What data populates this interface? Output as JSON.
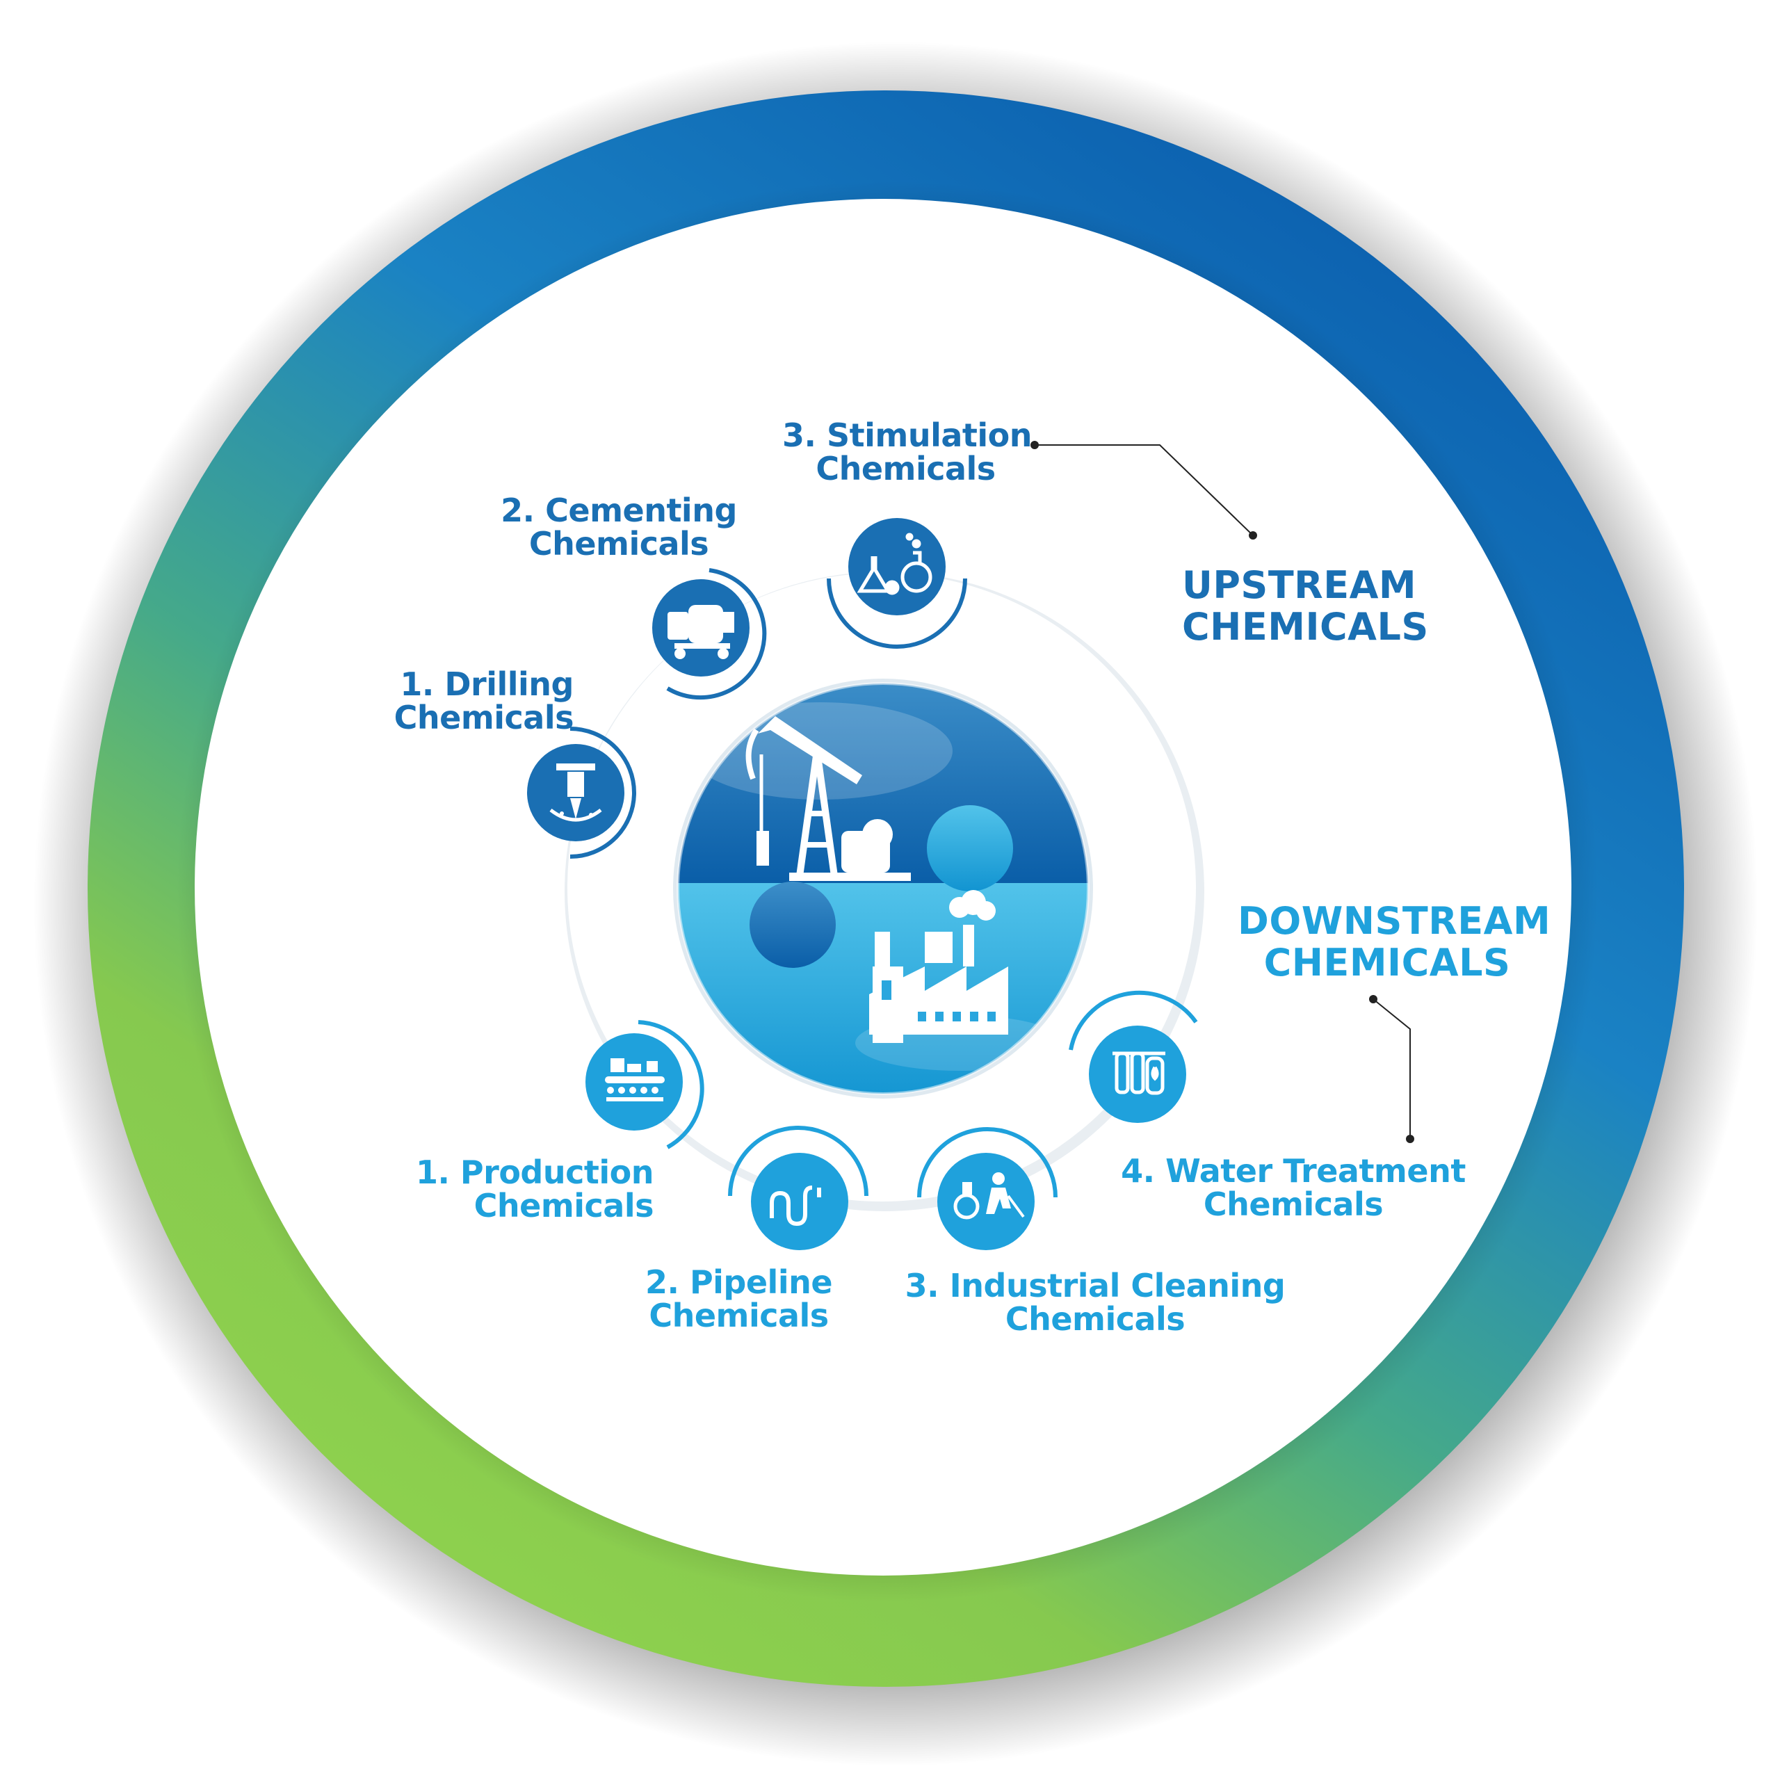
{
  "colors": {
    "upstream": "#1a6fb3",
    "downstream": "#1fa1dc",
    "ring_blue": "#0d6ab4",
    "ring_green": "#8dcf4d",
    "ring_teal": "#2f9b8f"
  },
  "upstream": {
    "heading_line1": "UPSTREAM",
    "heading_line2": "CHEMICALS",
    "items": [
      {
        "line1": "1. Drilling",
        "line2": "Chemicals",
        "icon": "drill-icon"
      },
      {
        "line1": "2. Cementing",
        "line2": "Chemicals",
        "icon": "cement-mixer-icon"
      },
      {
        "line1": "3. Stimulation",
        "line2": "Chemicals",
        "icon": "lab-flask-icon"
      }
    ]
  },
  "downstream": {
    "heading_line1": "DOWNSTREAM",
    "heading_line2": "CHEMICALS",
    "items": [
      {
        "line1": "1. Production",
        "line2": "Chemicals",
        "icon": "conveyor-icon"
      },
      {
        "line1": "2. Pipeline",
        "line2": "Chemicals",
        "icon": "pipeline-icon"
      },
      {
        "line1": "3. Industrial Cleaning",
        "line2": "Chemicals",
        "icon": "cleaning-worker-icon"
      },
      {
        "line1": "4. Water Treatment",
        "line2": "Chemicals",
        "icon": "water-filter-icon"
      }
    ]
  },
  "center": {
    "top_icon": "oil-pumpjack-icon",
    "bottom_icon": "factory-icon"
  }
}
